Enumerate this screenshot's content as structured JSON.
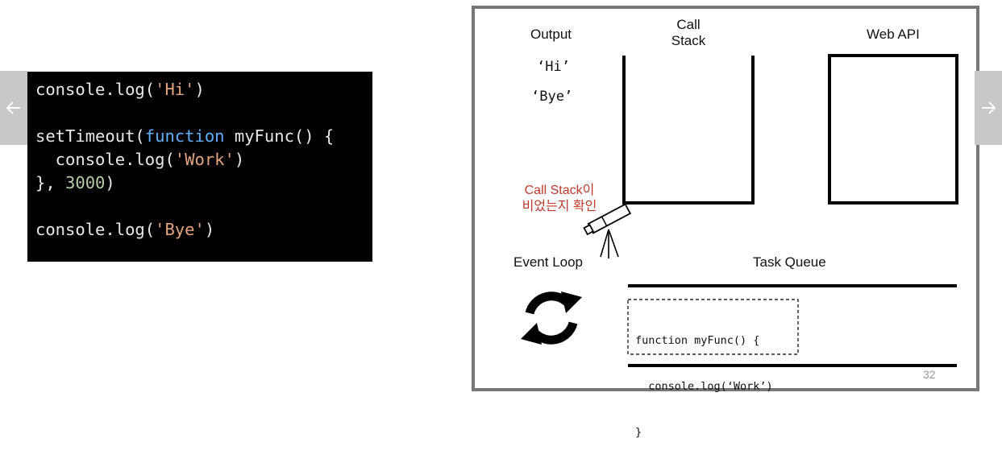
{
  "code": {
    "line1": {
      "fn": "console.log(",
      "str": "'Hi'",
      "end": ")"
    },
    "line2": {
      "a": "setTimeout(",
      "kw": "function",
      "b": " myFunc() {"
    },
    "line3": {
      "fn": "  console.log(",
      "str": "'Work'",
      "end": ")"
    },
    "line4": {
      "a": "}, ",
      "num": "3000",
      "end": ")"
    },
    "line5": {
      "fn": "console.log(",
      "str": "'Bye'",
      "end": ")"
    }
  },
  "nav": {
    "prev_icon": "arrow-left-icon",
    "next_icon": "arrow-right-icon"
  },
  "slide": {
    "output_label": "Output",
    "output_items": [
      "‘Hi’",
      "‘Bye’"
    ],
    "call_stack_label_1": "Call",
    "call_stack_label_2": "Stack",
    "web_api_label": "Web API",
    "check_note_1": "Call Stack이",
    "check_note_2": "비었는지 확인",
    "event_loop_label": "Event Loop",
    "task_queue_label": "Task Queue",
    "queued_code": [
      "function myFunc() {",
      "  console.log(‘Work’)",
      "}"
    ],
    "page_number": "32",
    "note_color": "#c0392b"
  }
}
